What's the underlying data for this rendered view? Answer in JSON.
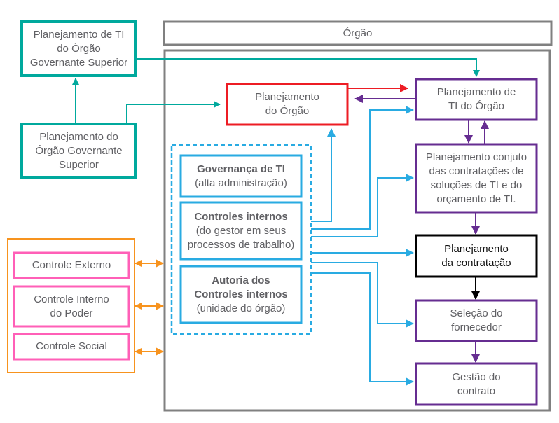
{
  "colors": {
    "gray": "#808080",
    "teal": "#00a99d",
    "red": "#ed1c24",
    "purple": "#662d91",
    "blue": "#29abe2",
    "orange": "#f7931e",
    "pink": "#ff5fb7",
    "black": "#000000",
    "text": "#606064"
  },
  "nodes": {
    "orgao_header": "Órgão",
    "planejamento_ti_ogs": "Planejamento de TI\ndo Órgão\nGovernante Superior",
    "planejamento_ogs": "Planejamento do\nÓrgão Governante\nSuperior",
    "planejamento_orgao": "Planejamento\ndo Órgão",
    "planejamento_ti_orgao": "Planejamento de\nTI do Órgão",
    "planejamento_conjunto": "Planejamento conjuto\ndas contratações de\nsoluções de TI e do\norçamento de TI.",
    "planejamento_contratacao": "Planejamento\nda contratação",
    "selecao_fornecedor": "Seleção do\nfornecedor",
    "gestao_contrato": "Gestão do\ncontrato",
    "governanca_ti_title": "Governança de TI",
    "governanca_ti_sub": "(alta administração)",
    "controles_internos_title": "Controles internos",
    "controles_internos_sub": "(do gestor em seus\nprocessos de trabalho)",
    "auditoria_title": "Autoria dos\nControles internos",
    "auditoria_sub": "(unidade do órgão)",
    "controle_externo": "Controle Externo",
    "controle_interno_poder": "Controle Interno\ndo Poder",
    "controle_social": "Controle Social"
  }
}
